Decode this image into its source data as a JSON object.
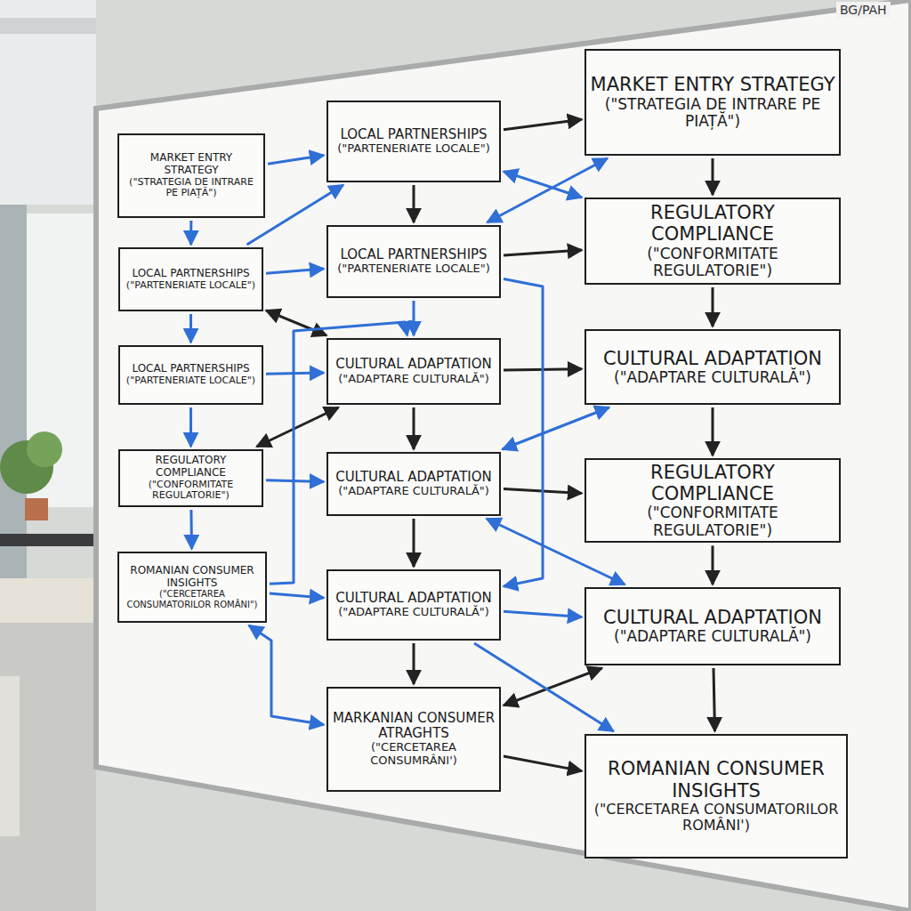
{
  "diagram": {
    "nodes": [
      {
        "text": [
          "MARKET ENTRY STRATEGY",
          "(\"STRATEGIA DE INTRARE PE PIAȚĂ\")"
        ]
      },
      {
        "text": [
          "LOCAL PARTNERSHIPS",
          "(\"PARTENERIATE LOCALE\")"
        ]
      },
      {
        "text": [
          "LOCAL PARTNERSHIPS",
          "(\"PARTENERIATE LOCALE\")"
        ]
      },
      {
        "text": [
          "REGULATORY COMPLIANCE",
          "(\"CONFORMITATE REGULATORIE\")"
        ]
      },
      {
        "text": [
          "ROMANIAN CONSUMER INSIGHTS",
          "(\"CERCETAREA CONSUMATORILOR ROMÂNI\")"
        ]
      },
      {
        "text": [
          "LOCAL PARTNERSHIPS",
          "(\"PARTENERIATE LOCALE\")"
        ]
      },
      {
        "text": [
          "LOCAL PARTNERSHIPS",
          "(\"PARTENERIATE LOCALE\")"
        ]
      },
      {
        "text": [
          "CULTURAL ADAPTATION",
          "(\"ADAPTARE CULTURALĂ\")"
        ]
      },
      {
        "text": [
          "CULTURAL ADAPTATION",
          "(\"ADAPTARE CULTURALĂ\")"
        ]
      },
      {
        "text": [
          "CULTURAL ADAPTATION",
          "(\"ADAPTARE CULTURALĂ\")"
        ]
      },
      {
        "text": [
          "MARKANIAN CONSUMER ATRAGHTS",
          "(\"CERCETAREA CONSUMRÂNI')"
        ]
      },
      {
        "text": [
          "MARKET ENTRY STRATEGY",
          "(\"STRATEGIA DE INTRARE PE PIAȚĂ\")"
        ]
      },
      {
        "text": [
          "REGULATORY COMPLIANCE",
          "(\"CONFORMITATE REGULATORIE\")"
        ]
      },
      {
        "text": [
          "CULTURAL ADAPTATION",
          "(\"ADAPTARE CULTURALĂ\")"
        ]
      },
      {
        "text": [
          "REGULATORY COMPLIANCE",
          "(\"CONFORMITATE REGULATORIE\")"
        ]
      },
      {
        "text": [
          "CULTURAL ADAPTATION",
          "(\"ADAPTARE CULTURALĂ\")"
        ]
      },
      {
        "text": [
          "ROMANIAN CONSUMER INSIGHTS",
          "(\"CERCETAREA CONSUMATORILOR ROMÂNI')"
        ]
      }
    ],
    "edges": [
      {
        "from": 0,
        "to": 1,
        "arrow": "to"
      },
      {
        "from": 1,
        "to": 2,
        "arrow": "to"
      },
      {
        "from": 2,
        "to": 3,
        "arrow": "to"
      },
      {
        "from": 3,
        "to": 4,
        "arrow": "to"
      },
      {
        "from": 0,
        "to": 5,
        "arrow": "to"
      },
      {
        "from": 1,
        "to": 6,
        "arrow": "to"
      },
      {
        "from": 2,
        "to": 7,
        "arrow": "to"
      },
      {
        "from": 3,
        "to": 8,
        "arrow": "to"
      },
      {
        "from": 4,
        "to": 9,
        "arrow": "to"
      },
      {
        "from": 1,
        "to": 5,
        "arrow": "to"
      },
      {
        "from": 1,
        "to": 7,
        "arrow": "both"
      },
      {
        "from": 3,
        "to": 7,
        "arrow": "both"
      },
      {
        "from": 4,
        "to": 10,
        "arrow": "both"
      },
      {
        "from": 4,
        "to": 7,
        "arrow": "to"
      },
      {
        "from": 5,
        "to": 6,
        "arrow": "to"
      },
      {
        "from": 6,
        "to": 7,
        "arrow": "to"
      },
      {
        "from": 7,
        "to": 8,
        "arrow": "to"
      },
      {
        "from": 8,
        "to": 9,
        "arrow": "to"
      },
      {
        "from": 9,
        "to": 10,
        "arrow": "to"
      },
      {
        "from": 5,
        "to": 11,
        "arrow": "to"
      },
      {
        "from": 6,
        "to": 12,
        "arrow": "to"
      },
      {
        "from": 7,
        "to": 13,
        "arrow": "to"
      },
      {
        "from": 8,
        "to": 14,
        "arrow": "to"
      },
      {
        "from": 9,
        "to": 15,
        "arrow": "to"
      },
      {
        "from": 10,
        "to": 16,
        "arrow": "to"
      },
      {
        "from": 15,
        "to": 10,
        "arrow": "both"
      },
      {
        "from": 5,
        "to": 12,
        "arrow": "both"
      },
      {
        "from": 6,
        "to": 11,
        "arrow": "both"
      },
      {
        "from": 13,
        "to": 8,
        "arrow": "both"
      },
      {
        "from": 8,
        "to": 15,
        "arrow": "both"
      },
      {
        "from": 9,
        "to": 16,
        "arrow": "to"
      },
      {
        "from": 6,
        "to": 9,
        "arrow": "to"
      },
      {
        "from": 11,
        "to": 12,
        "arrow": "to"
      },
      {
        "from": 12,
        "to": 13,
        "arrow": "to"
      },
      {
        "from": 13,
        "to": 14,
        "arrow": "to"
      },
      {
        "from": 14,
        "to": 15,
        "arrow": "to"
      },
      {
        "from": 15,
        "to": 16,
        "arrow": "to"
      }
    ],
    "labels": [
      "BG/PAH"
    ]
  }
}
